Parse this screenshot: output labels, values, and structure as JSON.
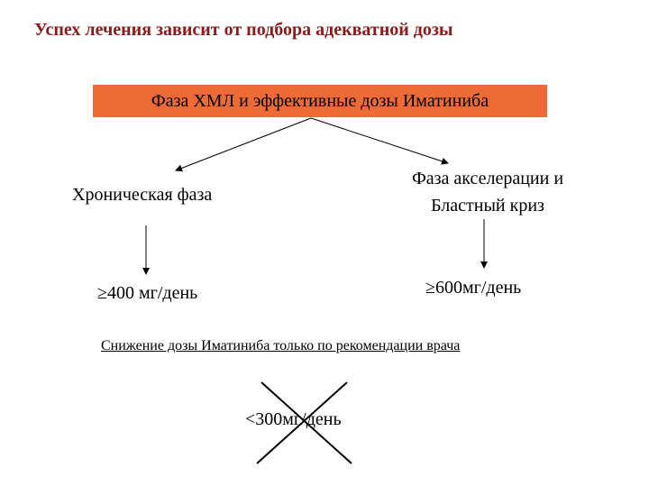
{
  "slide": {
    "title": "Успех лечения зависит от подбора адекватной дозы",
    "header_box": "Фаза ХМЛ и эффективные дозы Иматиниба",
    "left_branch": {
      "phase": "Хроническая фаза",
      "dose": "≥400 мг/день"
    },
    "right_branch": {
      "phase_line1": "Фаза акселерации и",
      "phase_line2": "Бластный криз",
      "dose": "≥600мг/день"
    },
    "note": "Снижение дозы Иматиниба только по рекомендации врача",
    "crossed_out_dose": "<300мг/день"
  },
  "colors": {
    "title": "#8b1a1a",
    "header_box_fill": "#ee6a37",
    "lines": "#000000"
  }
}
